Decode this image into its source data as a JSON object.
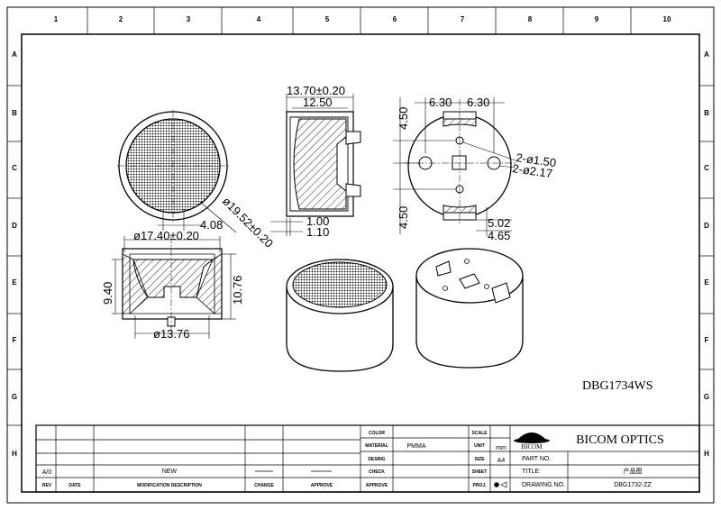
{
  "border": {
    "columns": [
      "1",
      "2",
      "3",
      "4",
      "5",
      "6",
      "7",
      "8",
      "9",
      "10"
    ],
    "rows": [
      "A",
      "B",
      "C",
      "D",
      "E",
      "F",
      "G",
      "H"
    ]
  },
  "dimensions": {
    "front_diameter": "ø19.52±0.20",
    "front_offset": "4.08",
    "side_width_outer": "13.70±0.20",
    "side_width_inner": "12.50",
    "side_thk_1": "1.00",
    "side_thk_2": "1.10",
    "back_pitch_left": "6.30",
    "back_pitch_right": "6.30",
    "back_upper": "4.50",
    "back_lower": "4.50",
    "hole_small": "2-ø1.50",
    "hole_large": "2-ø2.17",
    "pin_1": "5.02",
    "pin_2": "4.65",
    "section_diameter": "ø17.40±0.20",
    "section_height_left": "9.40",
    "section_height_right": "10.76",
    "section_bottom_diameter": "ø13.76"
  },
  "model_label": "DBG1734WS",
  "title_block": {
    "color_label": "COLOR",
    "material_label": "MATERIAL",
    "material_value": "PMMA",
    "desing_label": "DESING",
    "check_label": "CHECK",
    "approve_label": "APPROVE",
    "scale_label": "SCALE",
    "unit_label": "UNIT",
    "unit_value": "mm",
    "size_label": "SIZE",
    "size_value": "A4",
    "sheet_label": "SHEET",
    "proj_label": "PROJ.",
    "company_short": "BICOM",
    "company_name": "BICOM OPTICS",
    "part_no_label": "PART NO.",
    "title_label": "TITLE:",
    "title_value": "产品图",
    "drawing_no_label": "DRAWING NO.",
    "drawing_no_value": "DBG1732-ZZ",
    "rev_row": {
      "rev": "A/0",
      "description": "NEW"
    },
    "headers": {
      "rev": "REV",
      "date": "DATE",
      "description": "MODIFICATION DESCRIPTION",
      "change": "CHANGE",
      "approve": "APPROVE"
    }
  }
}
